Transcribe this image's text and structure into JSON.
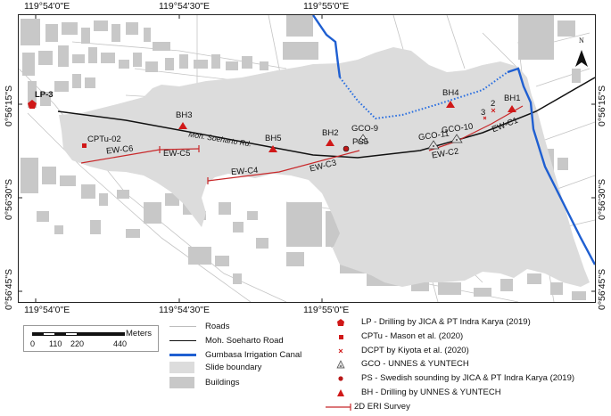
{
  "axes": {
    "top_ticks": [
      "119°54'0\"E",
      "119°54'30\"E",
      "119°55'0\"E"
    ],
    "bottom_ticks": [
      "119°54'0\"E",
      "119°54'30\"E",
      "119°55'0\"E"
    ],
    "left_ticks": [
      "0°56'15\"S",
      "0°56'30\"S",
      "0°56'45\"S"
    ],
    "right_ticks": [
      "0°56'15\"S",
      "0°56'30\"S",
      "0°56'45\"S"
    ]
  },
  "north_arrow": {
    "label": "N"
  },
  "map_labels": {
    "lp3": "LP-3",
    "cptu02": "CPTu-02",
    "bh1": "BH1",
    "bh2": "BH2",
    "bh3": "BH3",
    "bh4": "BH4",
    "bh5": "BH5",
    "gco9": "GCO-9",
    "gco10": "GCO-10",
    "gco11": "GCO-11",
    "ps5": "PS5",
    "dcpt2": "2",
    "dcpt3": "3",
    "road": "Moh. Soeharto Rd.",
    "ewc1": "EW-C1",
    "ewc2": "EW-C2",
    "ewc3": "EW-C3",
    "ewc4": "EW-C4",
    "ewc5": "EW-C5",
    "ewc6": "EW-C6"
  },
  "scale_bar": {
    "unit": "Meters",
    "ticks": [
      "0",
      "110",
      "220",
      "440"
    ]
  },
  "legend": {
    "left": [
      {
        "label": "Roads",
        "symbol": "thin-gray-line"
      },
      {
        "label": "Moh. Soeharto Road",
        "symbol": "black-line"
      },
      {
        "label": "Gumbasa Irrigation Canal",
        "symbol": "blue-line"
      },
      {
        "label": "Slide boundary",
        "symbol": "light-gray-fill"
      },
      {
        "label": "Buildings",
        "symbol": "gray-fill"
      }
    ],
    "right": [
      {
        "label": "LP - Drilling by JICA & PT Indra Karya (2019)",
        "symbol": "red-pentagon"
      },
      {
        "label": "CPTu - Mason et al. (2020)",
        "symbol": "red-square"
      },
      {
        "label": "DCPT by Kiyota et al. (2020)",
        "symbol": "red-cross"
      },
      {
        "label": "GCO - UNNES & YUNTECH",
        "symbol": "gray-triangle"
      },
      {
        "label": "PS - Swedish sounding by JICA & PT Indra Karya (2019)",
        "symbol": "red-circle"
      },
      {
        "label": "BH - Drilling by UNNES & YUNTECH",
        "symbol": "red-triangle"
      },
      {
        "label": "2D ERI Survey",
        "symbol": "red-line"
      }
    ]
  },
  "colors": {
    "slide": "#dcdcdc",
    "buildings": "#c8c8c8",
    "road_major": "#111111",
    "road_minor": "#bdbdbd",
    "canal": "#1f5fd1",
    "marker_red": "#d01818",
    "eri_line": "#c8282a"
  }
}
